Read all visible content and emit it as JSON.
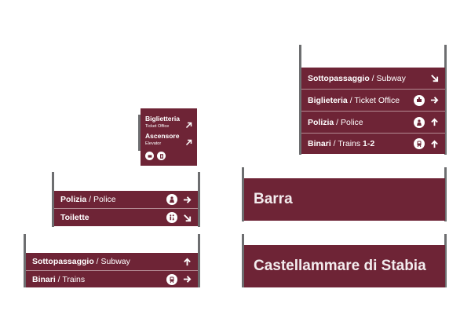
{
  "sign_a": {
    "rows": [
      {
        "bold": "Sottopassaggio",
        "sep": " / ",
        "en": "Subway"
      },
      {
        "bold": "Biglieteria",
        "sep": " / ",
        "en": "Ticket Office"
      },
      {
        "bold": "Polizia",
        "sep": " / ",
        "en": "Police"
      },
      {
        "bold": "Binari",
        "sep": " / ",
        "en": "Trains",
        "num": "1-2"
      }
    ]
  },
  "sign_b": {
    "line1": "Biglietteria",
    "line1_sub": "Ticket Office",
    "line2": "Ascensore",
    "line2_sub": "Elevator"
  },
  "sign_c": {
    "rows": [
      {
        "bold": "Polizia",
        "sep": " / ",
        "en": "Police"
      },
      {
        "bold": "Toilette"
      }
    ]
  },
  "sign_d": {
    "name": "Barra"
  },
  "sign_e": {
    "rows": [
      {
        "bold": "Sottopassaggio",
        "sep": " / ",
        "en": "Subway"
      },
      {
        "bold": "Binari",
        "sep": " / ",
        "en": "Trains"
      }
    ]
  },
  "sign_f": {
    "name": "Castellammare di Stabia"
  },
  "icons": {
    "arrow_right": "arrow-right-icon",
    "arrow_up": "arrow-up-icon",
    "arrow_down_right": "arrow-down-right-icon",
    "arrow_up_right": "arrow-up-right-icon",
    "police": "police-icon",
    "ticket": "ticket-icon",
    "train": "train-icon",
    "toilet": "toilet-icon",
    "elevator": "elevator-icon"
  },
  "colors": {
    "panel": "#6e2436",
    "post": "#6d6e70",
    "text": "#ffffff"
  }
}
